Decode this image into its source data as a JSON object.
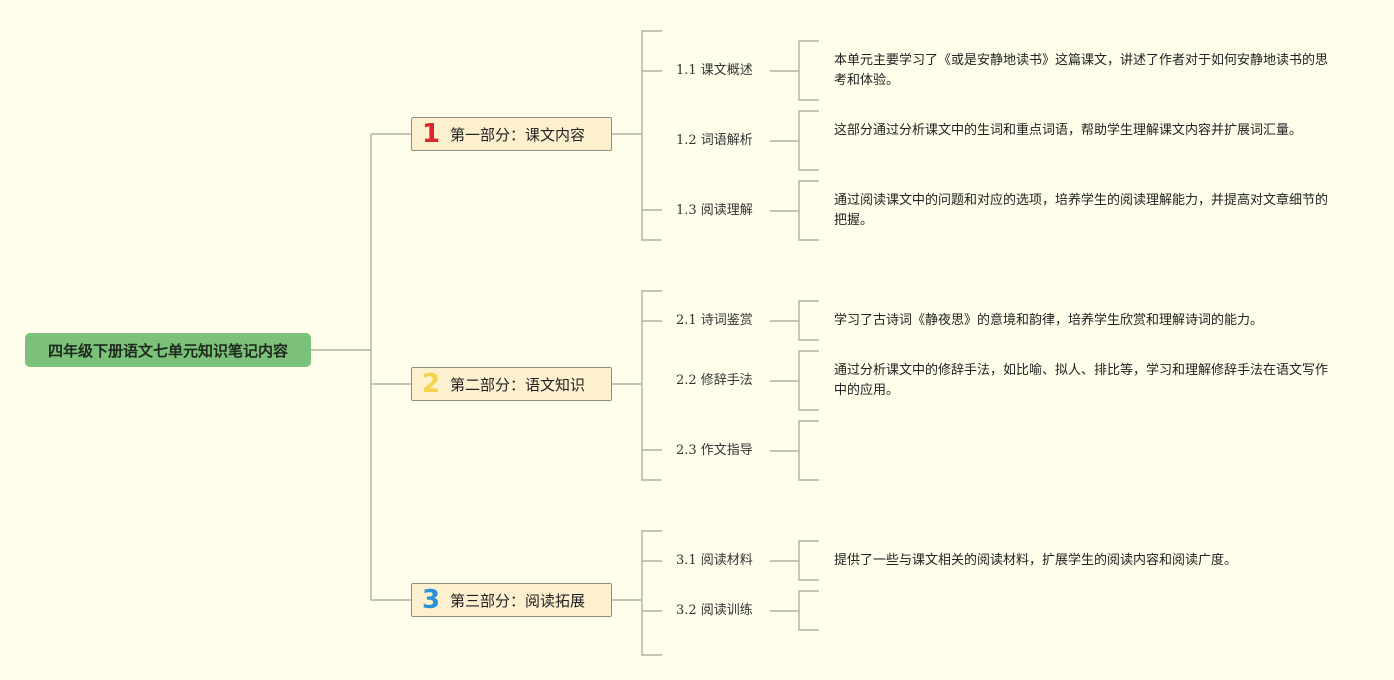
{
  "root": {
    "title": "四年级下册语文七单元知识笔记内容"
  },
  "colors": {
    "background": "#fefeea",
    "root_bg": "#7cc17a",
    "section_bg": "#fdf0cf",
    "line": "#b4b49c",
    "num1": "#d8262b",
    "num2": "#f6d24a",
    "num3": "#2a92d8"
  },
  "sections": [
    {
      "num": "1",
      "title": "第一部分：课文内容",
      "subs": [
        {
          "label": "1.1 课文概述",
          "desc": "本单元主要学习了《或是安静地读书》这篇课文，讲述了作者对于如何安静地读书的思考和体验。"
        },
        {
          "label": "1.2 词语解析",
          "desc": "这部分通过分析课文中的生词和重点词语，帮助学生理解课文内容并扩展词汇量。"
        },
        {
          "label": "1.3 阅读理解",
          "desc": "通过阅读课文中的问题和对应的选项，培养学生的阅读理解能力，并提高对文章细节的把握。"
        }
      ]
    },
    {
      "num": "2",
      "title": "第二部分：语文知识",
      "subs": [
        {
          "label": "2.1 诗词鉴赏",
          "desc": "学习了古诗词《静夜思》的意境和韵律，培养学生欣赏和理解诗词的能力。"
        },
        {
          "label": "2.2 修辞手法",
          "desc": "通过分析课文中的修辞手法，如比喻、拟人、排比等，学习和理解修辞手法在语文写作中的应用。"
        },
        {
          "label": "2.3 作文指导",
          "desc": ""
        }
      ]
    },
    {
      "num": "3",
      "title": "第三部分：阅读拓展",
      "subs": [
        {
          "label": "3.1 阅读材料",
          "desc": "提供了一些与课文相关的阅读材料，扩展学生的阅读内容和阅读广度。"
        },
        {
          "label": "3.2 阅读训练",
          "desc": ""
        }
      ]
    }
  ]
}
